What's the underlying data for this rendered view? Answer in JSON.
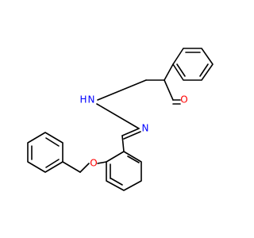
{
  "atoms": {
    "nh_n": "N",
    "nh_h": "H",
    "imine_n": "N",
    "carbonyl_o": "O",
    "ether_o": "O"
  },
  "colors": {
    "bond": "#000000",
    "nitrogen": "#0000ff",
    "oxygen": "#ff0000",
    "background": "#ffffff"
  }
}
